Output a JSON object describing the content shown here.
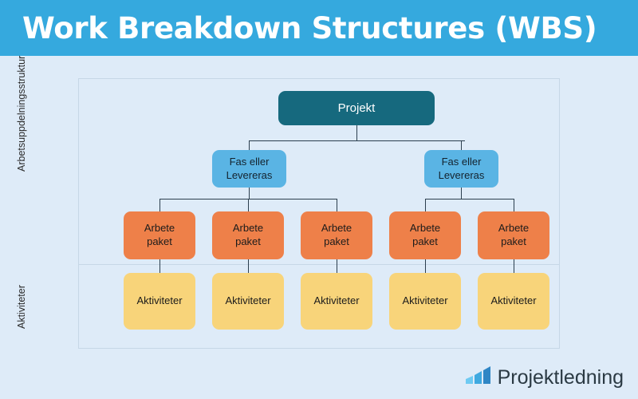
{
  "header": {
    "title": "Work Breakdown Structures (WBS)",
    "background_color": "#35a9de",
    "text_color": "#ffffff"
  },
  "page": {
    "background_color": "#deebf8"
  },
  "diagram": {
    "panel_border_color": "#c6d7e6",
    "connector_color": "#2b3e4e",
    "side_labels": [
      {
        "name": "work-breakdown-structure",
        "text": "Arbetsuppdelningsstruktur"
      },
      {
        "name": "activities",
        "text": "Aktiviteter"
      }
    ],
    "levels": {
      "project": {
        "color": "#16697e",
        "text_color": "#ffffff",
        "nodes": [
          {
            "label": "Projekt"
          }
        ]
      },
      "phase": {
        "color": "#5ab4e4",
        "text_color": "#14232e",
        "nodes": [
          {
            "line1": "Fas eller",
            "line2": "Levereras"
          },
          {
            "line1": "Fas eller",
            "line2": "Levereras"
          }
        ]
      },
      "work_package": {
        "color": "#ee8049",
        "text_color": "#1b1b1b",
        "nodes": [
          {
            "line1": "Arbete",
            "line2": "paket"
          },
          {
            "line1": "Arbete",
            "line2": "paket"
          },
          {
            "line1": "Arbete",
            "line2": "paket"
          },
          {
            "line1": "Arbete",
            "line2": "paket"
          },
          {
            "line1": "Arbete",
            "line2": "paket"
          }
        ]
      },
      "activity": {
        "color": "#f8d47a",
        "text_color": "#1b1b1b",
        "nodes": [
          {
            "label": "Aktiviteter"
          },
          {
            "label": "Aktiviteter"
          },
          {
            "label": "Aktiviteter"
          },
          {
            "label": "Aktiviteter"
          },
          {
            "label": "Aktiviteter"
          }
        ]
      }
    }
  },
  "footer": {
    "logo_text": "Projektledning",
    "logo_text_color": "#2b3a44",
    "logo_bar_colors": [
      "#6ecaf2",
      "#3fa9e0",
      "#2f86c5"
    ]
  }
}
